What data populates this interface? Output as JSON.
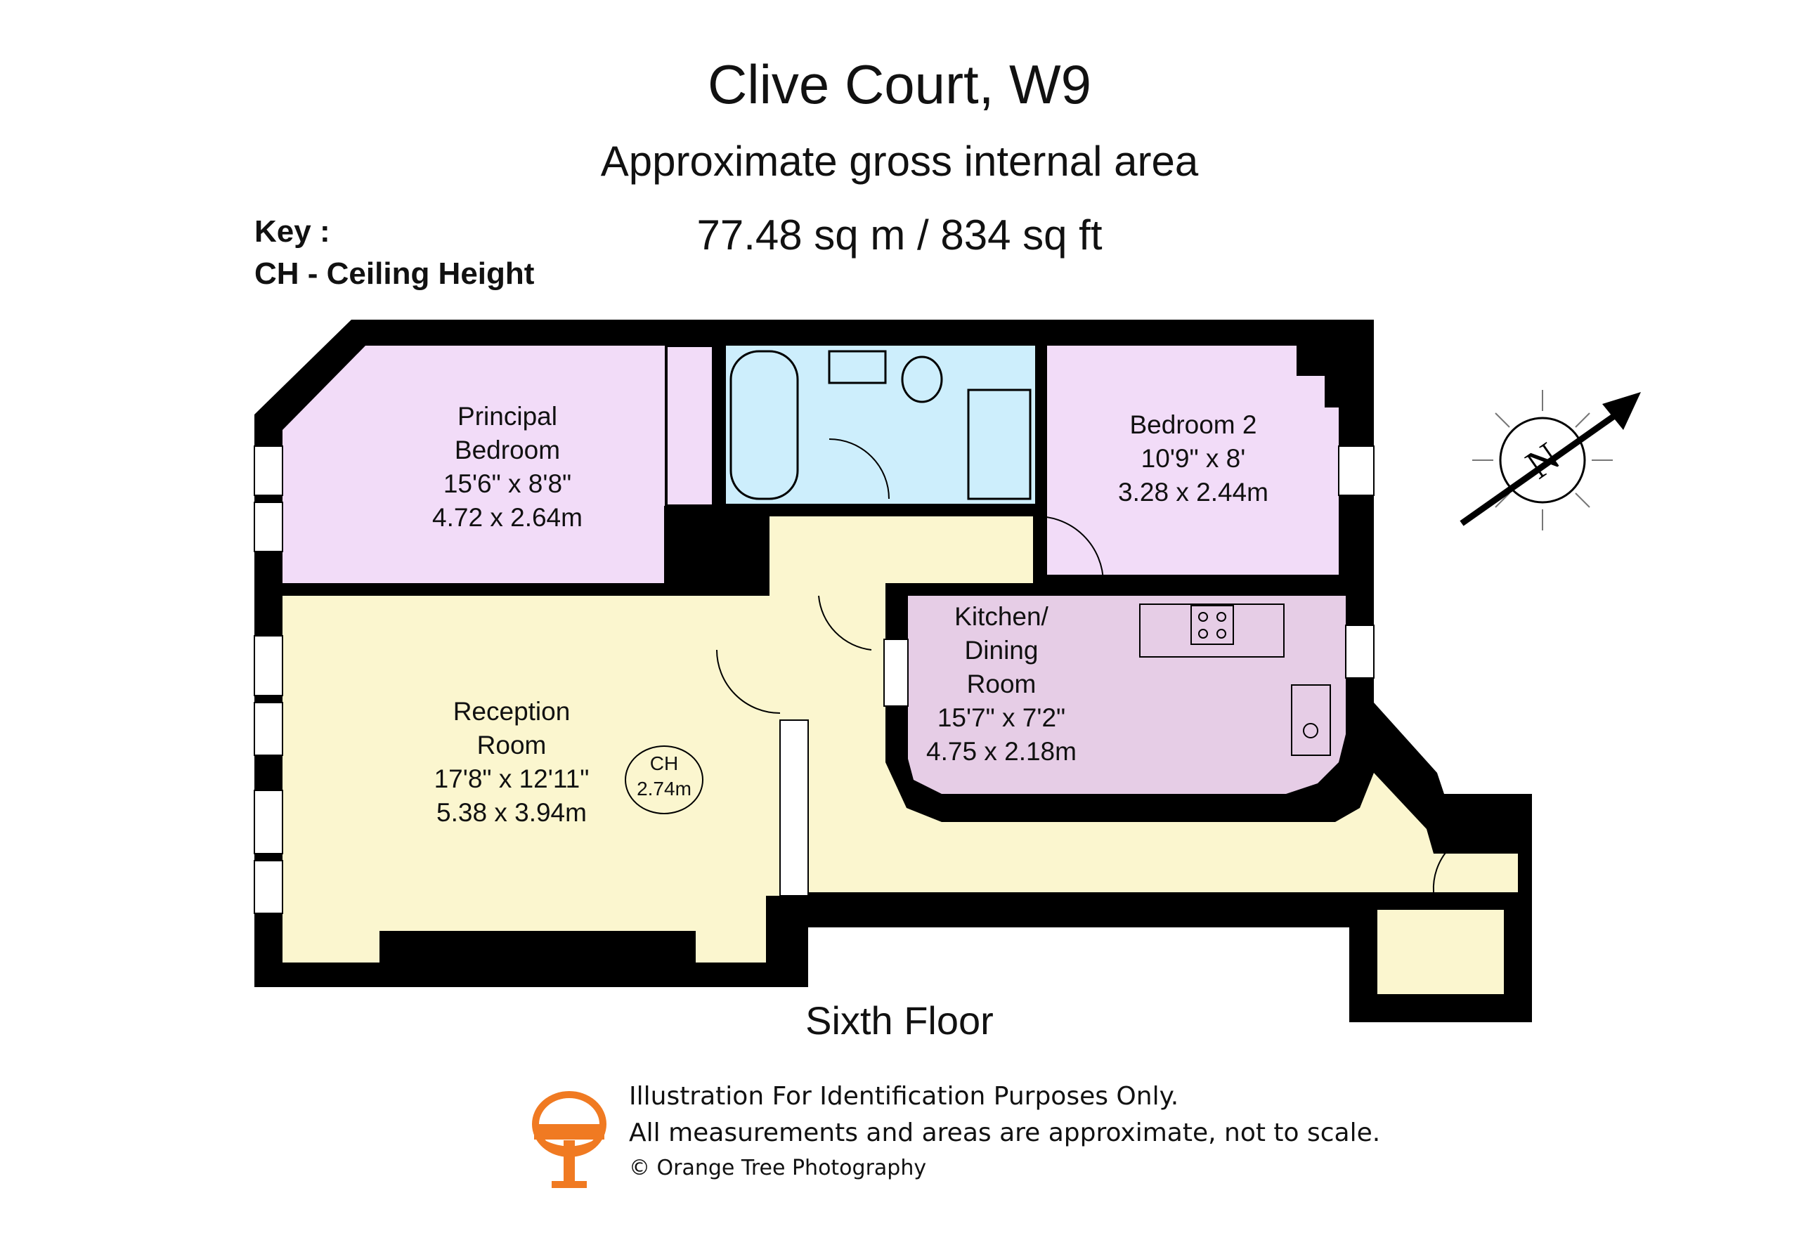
{
  "header": {
    "title": "Clive Court, W9",
    "subtitle": "Approximate gross internal area",
    "area": "77.48 sq m / 834 sq ft"
  },
  "key": {
    "heading": "Key :",
    "entry": "CH - Ceiling Height"
  },
  "rooms": {
    "principal_bedroom": {
      "name_line1": "Principal",
      "name_line2": "Bedroom",
      "imperial": "15'6\" x 8'8\"",
      "metric": "4.72 x 2.64m"
    },
    "bedroom2": {
      "name_line1": "Bedroom 2",
      "imperial": "10'9\" x 8'",
      "metric": "3.28 x 2.44m"
    },
    "reception": {
      "name_line1": "Reception",
      "name_line2": "Room",
      "imperial": "17'8\" x 12'11\"",
      "metric": "5.38 x 3.94m"
    },
    "kitchen": {
      "name_line1": "Kitchen/",
      "name_line2": "Dining",
      "name_line3": "Room",
      "imperial": "15'7\" x 7'2\"",
      "metric": "4.75 x 2.18m"
    }
  },
  "ceiling": {
    "label": "CH",
    "value": "2.74m"
  },
  "compass": {
    "label": "N"
  },
  "floor_label": "Sixth Floor",
  "disclaimer": {
    "line1": "Illustration For Identification Purposes Only.",
    "line2": "All measurements and areas are approximate, not to scale.",
    "line3": "© Orange Tree Photography"
  },
  "colors": {
    "bedroom": "#f2dcf8",
    "bathroom": "#cdeefc",
    "reception": "#fbf6cf",
    "hall": "#fbf6cf",
    "kitchen": "#e6cde6",
    "wall": "#000000",
    "logo": "#f07a22"
  }
}
